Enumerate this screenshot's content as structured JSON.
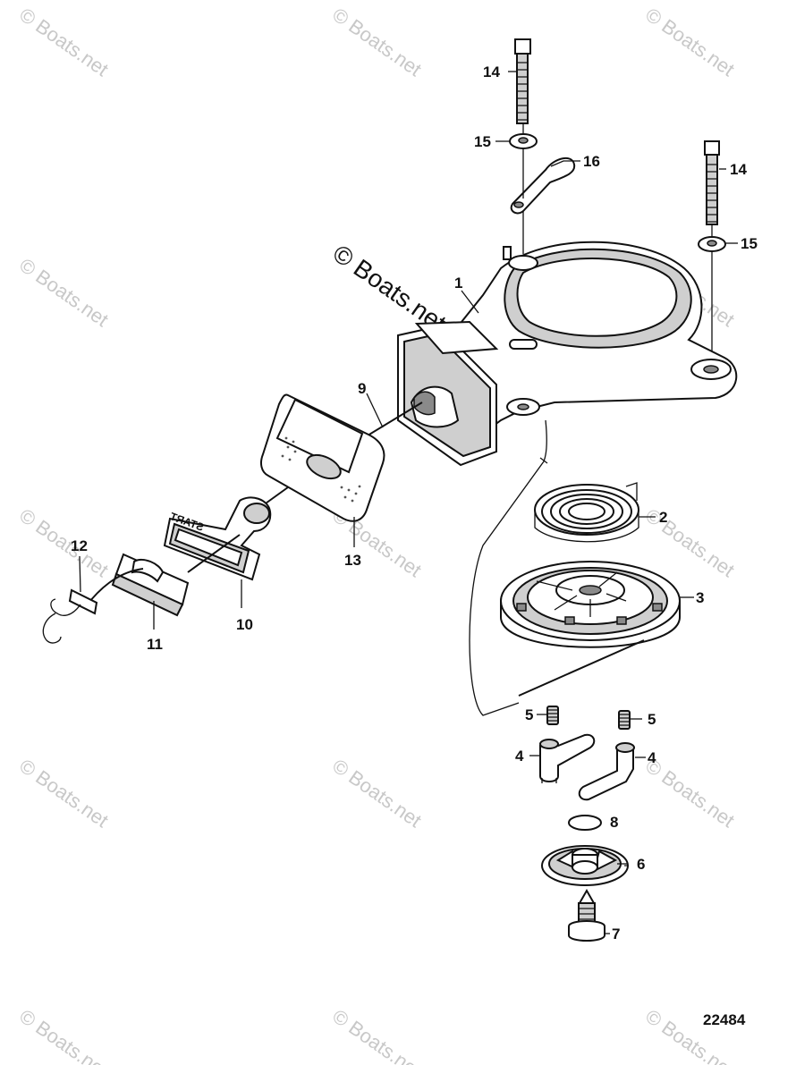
{
  "watermark": {
    "text": "© Boats.net",
    "center_text": "© Boats.net"
  },
  "figure_number": "22484",
  "callouts": {
    "c1": "1",
    "c2": "2",
    "c3": "3",
    "c4a": "4",
    "c4b": "4",
    "c5a": "5",
    "c5b": "5",
    "c6": "6",
    "c7": "7",
    "c8": "8",
    "c9": "9",
    "c10": "10",
    "c11": "11",
    "c12": "12",
    "c13": "13",
    "c14a": "14",
    "c14b": "14",
    "c15a": "15",
    "c15b": "15",
    "c16": "16"
  },
  "handle_text": "START"
}
